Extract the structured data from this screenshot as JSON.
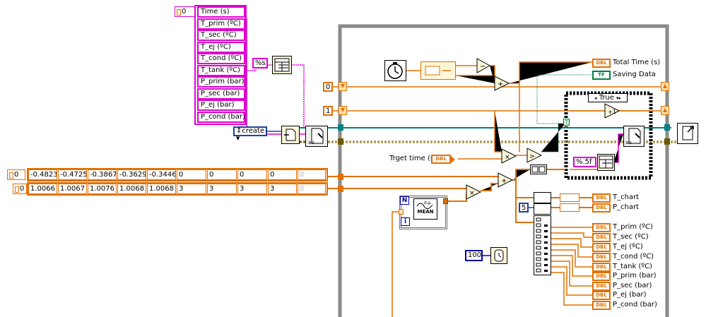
{
  "left_cluster": {
    "index_label": "0",
    "labels": [
      "Time (s)",
      "T_prim (ºC)",
      "T_sec (ºC)",
      "T_ej (ºC)",
      "T_cond (ºC)",
      "T_tank (ºC)",
      "P_prim (bar)",
      "P_sec (bar)",
      "P_ej (bar)",
      "P_cond (bar)"
    ],
    "format_string": "%s",
    "create_ring": "create"
  },
  "arrays": {
    "row1_index": "0",
    "row1": [
      "-0.4823",
      "-0.4725",
      "-0.3867",
      "-0.3629",
      "-0.3446",
      "0",
      "0",
      "0",
      "0",
      "0"
    ],
    "row2_index": "0",
    "row2": [
      "1.0066",
      "1.0067",
      "1.0076",
      "1.0068",
      "1.0068",
      "3",
      "3",
      "3",
      "3",
      "0"
    ]
  },
  "loop": {
    "shift_constant_0": "0",
    "shift_constant_1": "1",
    "target_label": "Trget time (s)",
    "case_selector": "True",
    "inner_format": "%.5f",
    "build_count": "5",
    "wait_ms": "100",
    "n_terminal": "N",
    "i_terminal": "i",
    "mean_label": "MEAN",
    "dbl_tag": "DBL",
    "tf_tag": "TF",
    "total_time_label": "Total Time (s)",
    "saving_label": "Saving Data",
    "chart_labels": [
      "T_chart",
      "P_chart"
    ],
    "channel_labels": [
      "T_prim (ºC)",
      "T_sec (ºC)",
      "T_ej (ºC)",
      "T_cond (ºC)",
      "T_tank (ºC)",
      "P_prim (bar)",
      "P_sec (bar)",
      "P_ej (bar)",
      "P_cond (bar)"
    ]
  },
  "colors": {
    "cluster_pink": "#e000d0",
    "numeric_orange": "#e07000",
    "boolean_green": "#008040",
    "refnum_teal": "#008080",
    "error_olive": "#6b5a00",
    "loop_gray": "#808080",
    "int_blue": "#0000a0"
  }
}
